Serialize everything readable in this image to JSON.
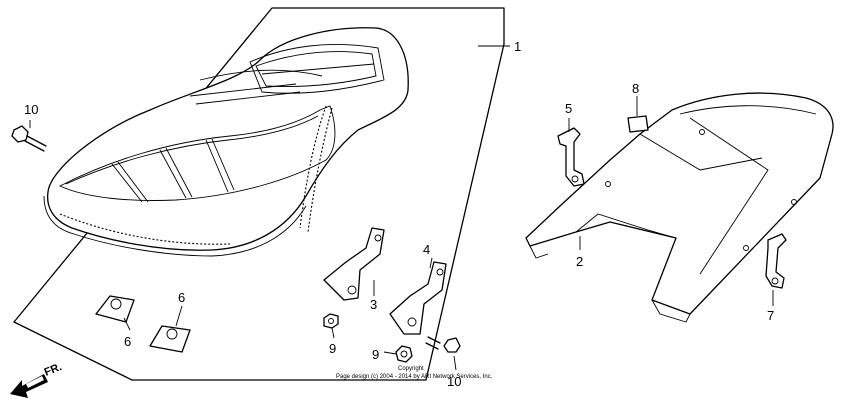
{
  "callouts": {
    "seat": "1",
    "grab_rail": "2",
    "bracket_a": "3",
    "bracket_b": "4",
    "hook_upper": "5",
    "clip_left": "6",
    "clip_right": "6",
    "hook_lower": "7",
    "label_tag": "8",
    "nut_left": "9",
    "nut_right": "9",
    "bolt_top": "10",
    "bolt_bottom": "10"
  },
  "copyright": {
    "line1": "Copyright",
    "line2": "Page design (c) 2004 - 2014 by ARI Network Services, Inc."
  },
  "direction_label": "FR."
}
